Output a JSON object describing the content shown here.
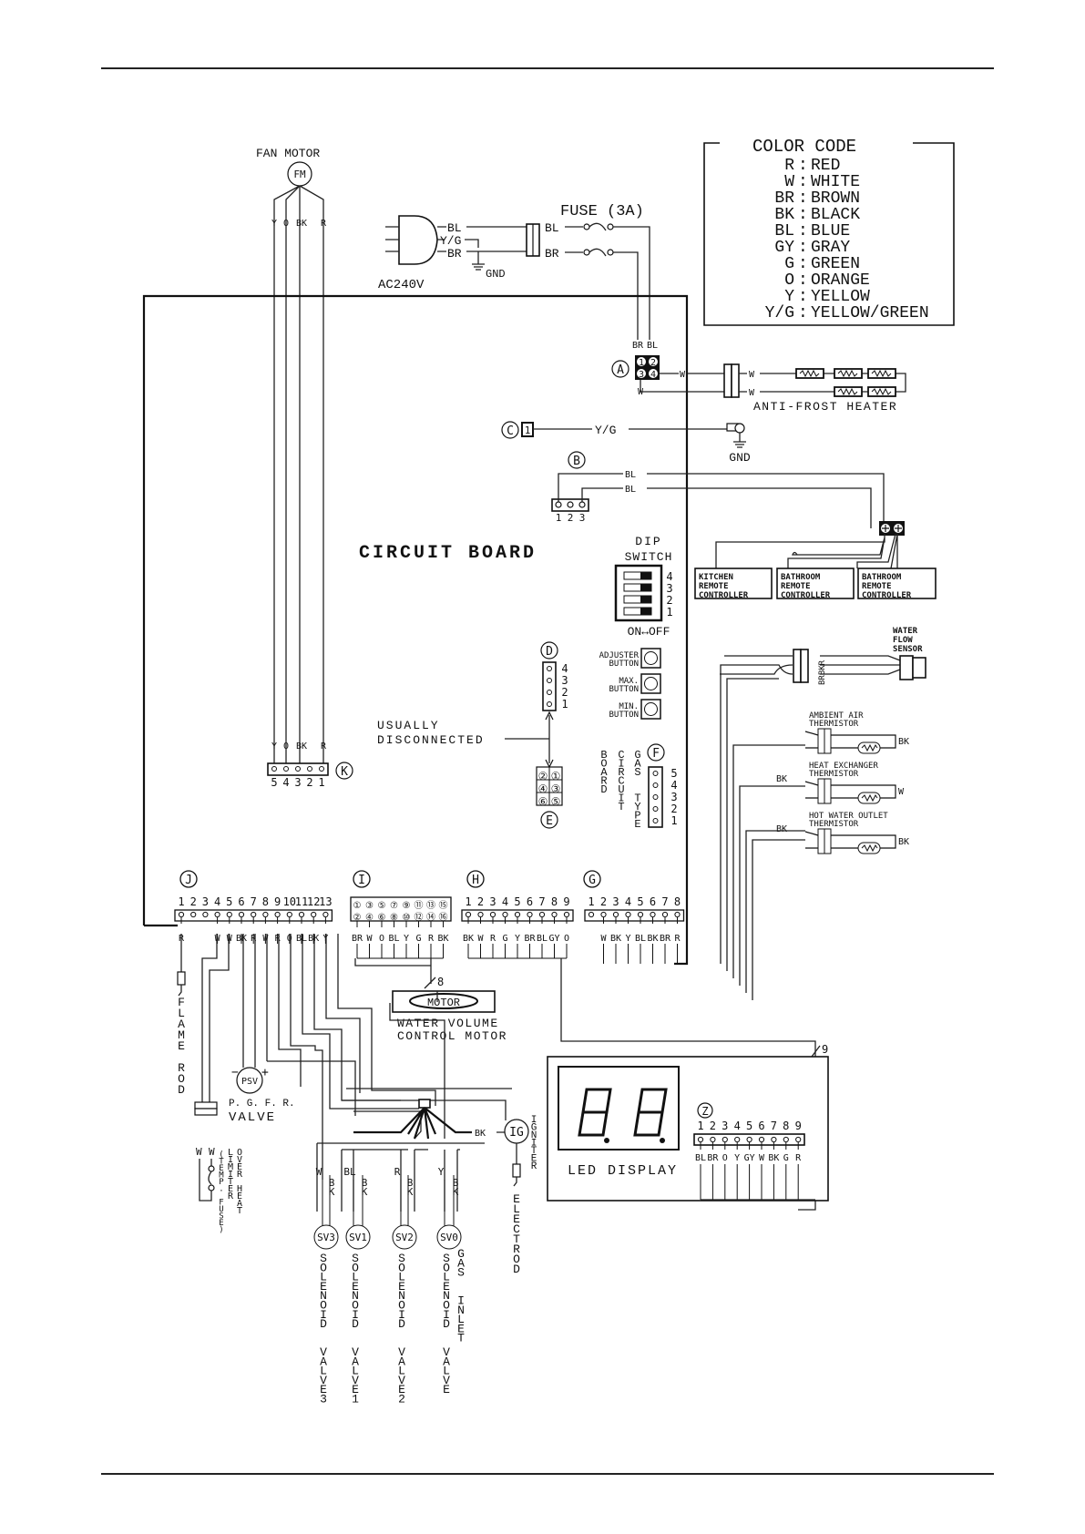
{
  "page": {
    "rule_top": true,
    "rule_bottom": true
  },
  "color_code": {
    "title": "COLOR CODE",
    "entries": [
      {
        "code": "R",
        "name": "RED"
      },
      {
        "code": "W",
        "name": "WHITE"
      },
      {
        "code": "BR",
        "name": "BROWN"
      },
      {
        "code": "BK",
        "name": "BLACK"
      },
      {
        "code": "BL",
        "name": "BLUE"
      },
      {
        "code": "GY",
        "name": "GRAY"
      },
      {
        "code": "G",
        "name": "GREEN"
      },
      {
        "code": "O",
        "name": "ORANGE"
      },
      {
        "code": "Y",
        "name": "YELLOW"
      },
      {
        "code": "Y/G",
        "name": "YELLOW/GREEN"
      }
    ]
  },
  "fan_motor": {
    "label": "FAN MOTOR",
    "symbol": "FM",
    "wires": [
      "Y",
      "O",
      "BK",
      "R"
    ]
  },
  "power": {
    "label": "AC240V",
    "wires": [
      "BL",
      "Y/G",
      "BR"
    ],
    "gnd": "GND",
    "fuse_label": "FUSE (3A)",
    "fuse_wires": [
      "BL",
      "BR"
    ]
  },
  "circuit_board": {
    "label": "CIRCUIT BOARD"
  },
  "connector_a": {
    "id": "A",
    "wires_top": [
      "BR",
      "BL"
    ],
    "pins": [
      "1",
      "2",
      "3",
      "4"
    ],
    "wire_right": "W",
    "wire_bottom": "W"
  },
  "anti_frost": {
    "label": "ANTI-FROST HEATER",
    "wires": [
      "W",
      "W"
    ]
  },
  "connector_c": {
    "id": "C",
    "pin": "1",
    "wire": "Y/G",
    "gnd": "GND"
  },
  "connector_b": {
    "id": "B",
    "pins": [
      "1",
      "2",
      "3"
    ],
    "wires": [
      "BL",
      "BL"
    ]
  },
  "remotes": [
    {
      "lines": [
        "KITCHEN",
        "REMOTE",
        "CONTROLLER"
      ]
    },
    {
      "lines": [
        "BATHROOM",
        "REMOTE",
        "CONTROLLER"
      ]
    },
    {
      "lines": [
        "BATHROOM",
        "REMOTE",
        "CONTROLLER"
      ]
    }
  ],
  "dip_switch": {
    "title_1": "DIP",
    "title_2": "SWITCH",
    "numbers": [
      "4",
      "3",
      "2",
      "1"
    ],
    "on_off": "ON↔OFF"
  },
  "buttons": [
    {
      "line1": "ADJUSTER",
      "line2": "BUTTON"
    },
    {
      "line1": "MAX.",
      "line2": "BUTTON"
    },
    {
      "line1": "MIN.",
      "line2": "BUTTON"
    }
  ],
  "connector_d": {
    "id": "D",
    "pins": [
      "4",
      "3",
      "2",
      "1"
    ]
  },
  "connector_e": {
    "id": "E",
    "pins": [
      "②",
      "①",
      "④",
      "③",
      "⑥",
      "⑤"
    ]
  },
  "usually_disconnected": {
    "line1": "USUALLY",
    "line2": "DISCONNECTED"
  },
  "gas_type": {
    "id": "F",
    "vertical_labels": [
      "BOARD",
      "CIRCUIT",
      "GAS  TYPE"
    ],
    "pins": [
      "5",
      "4",
      "3",
      "2",
      "1"
    ]
  },
  "water_flow_sensor": {
    "lines": [
      "WATER",
      "FLOW",
      "SENSOR"
    ],
    "wires": "BRBKR"
  },
  "thermistors": [
    {
      "line1": "AMBIENT AIR",
      "line2": "THERMISTOR",
      "wire": "BK"
    },
    {
      "line1": "HEAT EXCHANGER",
      "line2": "THERMISTOR",
      "wire": "W"
    },
    {
      "line1": "HOT WATER OUTLET",
      "line2": "THERMISTOR",
      "wire": "BK"
    }
  ],
  "thermistor_bk_labels": [
    "BK",
    "BK"
  ],
  "connector_k": {
    "id": "K",
    "pins": [
      "5",
      "4",
      "3",
      "2",
      "1"
    ],
    "wires": [
      "Y",
      "O",
      "BK",
      "R"
    ]
  },
  "connector_j": {
    "id": "J",
    "pins": [
      "1",
      "2",
      "3",
      "4",
      "5",
      "6",
      "7",
      "8",
      "9",
      "10",
      "11",
      "12",
      "13"
    ],
    "wires": [
      "R",
      "",
      "",
      "W",
      "W",
      "BK",
      "R",
      "W",
      "R",
      "O",
      "BL",
      "BK",
      "Y"
    ]
  },
  "connector_i": {
    "id": "I",
    "top": [
      "①",
      "③",
      "⑤",
      "⑦",
      "⑨",
      "⑪",
      "⑬",
      "⑮"
    ],
    "bottom": [
      "②",
      "④",
      "⑥",
      "⑧",
      "⑩",
      "⑫",
      "⑭",
      "⑯"
    ],
    "wires": [
      "BR",
      "W",
      "O",
      "BL",
      "Y",
      "G",
      "R",
      "BK"
    ]
  },
  "connector_h": {
    "id": "H",
    "pins": [
      "1",
      "2",
      "3",
      "4",
      "5",
      "6",
      "7",
      "8",
      "9"
    ],
    "wires": [
      "BK",
      "W",
      "R",
      "G",
      "Y",
      "BR",
      "BL",
      "GY",
      "O"
    ]
  },
  "connector_g": {
    "id": "G",
    "pins": [
      "1",
      "2",
      "3",
      "4",
      "5",
      "6",
      "7",
      "8"
    ],
    "wires": [
      "",
      "W",
      "BK",
      "Y",
      "BL",
      "BK",
      "BR",
      "R"
    ]
  },
  "motor": {
    "bus": "8",
    "label": "MOTOR",
    "caption_1": "WATER VOLUME",
    "caption_2": "CONTROL MOTOR"
  },
  "flame_rod": {
    "label": "FLAME ROD"
  },
  "psv": {
    "symbol": "PSV",
    "minus": "−",
    "plus": "+",
    "line1": "P. G. F. R.",
    "line2": "VALVE"
  },
  "overheat": {
    "wires": [
      "W",
      "W"
    ],
    "labels": [
      "(TEMP. FUSE)",
      "LIMITER",
      "OVER HEAT"
    ]
  },
  "igniter": {
    "symbol": "IG",
    "label": "IGNITER",
    "wire": "BK",
    "electrode": "ELECTROD"
  },
  "solenoids": [
    {
      "symbol": "SV3",
      "wires": [
        "W",
        "BK"
      ],
      "label": "SOLENOID  VALVE3"
    },
    {
      "symbol": "SV1",
      "wires": [
        "BL",
        "BK"
      ],
      "label": "SOLENOID  VALVE1"
    },
    {
      "symbol": "SV2",
      "wires": [
        "R",
        "BK"
      ],
      "label": "SOLENOID  VALVE2"
    },
    {
      "symbol": "SV0",
      "wires": [
        "Y",
        "BK"
      ],
      "label": "SOLENOID  VALVE",
      "extra": "GAS  INLET"
    }
  ],
  "led_display": {
    "bus": "9",
    "digits": "8.8.",
    "label": "LED DISPLAY",
    "connector_id": "Z",
    "pins": [
      "1",
      "2",
      "3",
      "4",
      "5",
      "6",
      "7",
      "8",
      "9"
    ],
    "wires": [
      "BL",
      "BR",
      "O",
      "Y",
      "GY",
      "W",
      "BK",
      "G",
      "R"
    ]
  }
}
